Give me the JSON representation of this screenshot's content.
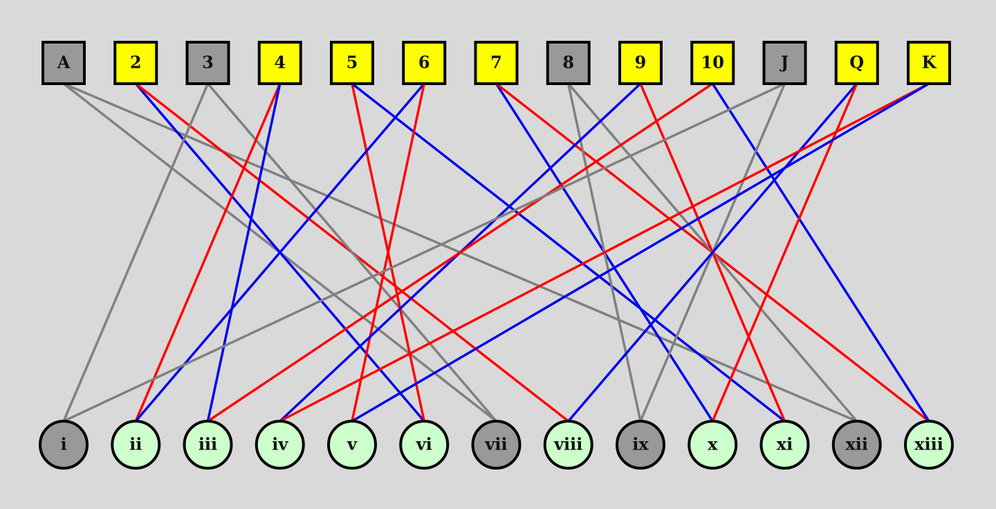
{
  "colors": {
    "background": "#d9d9d9",
    "top_yellow": "#ffff00",
    "top_gray": "#999999",
    "bottom_green": "#ccffcc",
    "bottom_gray": "#999999",
    "edge_gray": "#808080",
    "edge_red": "#ff0000",
    "edge_blue": "#0000ee",
    "outline": "#000000"
  },
  "top_nodes": [
    {
      "id": "A",
      "label": "A",
      "fill": "gray"
    },
    {
      "id": "2",
      "label": "2",
      "fill": "yellow"
    },
    {
      "id": "3",
      "label": "3",
      "fill": "gray"
    },
    {
      "id": "4",
      "label": "4",
      "fill": "yellow"
    },
    {
      "id": "5",
      "label": "5",
      "fill": "yellow"
    },
    {
      "id": "6",
      "label": "6",
      "fill": "yellow"
    },
    {
      "id": "7",
      "label": "7",
      "fill": "yellow"
    },
    {
      "id": "8",
      "label": "8",
      "fill": "gray"
    },
    {
      "id": "9",
      "label": "9",
      "fill": "yellow"
    },
    {
      "id": "10",
      "label": "10",
      "fill": "yellow"
    },
    {
      "id": "J",
      "label": "J",
      "fill": "gray"
    },
    {
      "id": "Q",
      "label": "Q",
      "fill": "yellow"
    },
    {
      "id": "K",
      "label": "K",
      "fill": "yellow"
    }
  ],
  "bottom_nodes": [
    {
      "id": "i",
      "label": "i",
      "fill": "gray"
    },
    {
      "id": "ii",
      "label": "ii",
      "fill": "green"
    },
    {
      "id": "iii",
      "label": "iii",
      "fill": "green"
    },
    {
      "id": "iv",
      "label": "iv",
      "fill": "green"
    },
    {
      "id": "v",
      "label": "v",
      "fill": "green"
    },
    {
      "id": "vi",
      "label": "vi",
      "fill": "green"
    },
    {
      "id": "vii",
      "label": "vii",
      "fill": "gray"
    },
    {
      "id": "viii",
      "label": "viii",
      "fill": "green"
    },
    {
      "id": "ix",
      "label": "ix",
      "fill": "gray"
    },
    {
      "id": "x",
      "label": "x",
      "fill": "green"
    },
    {
      "id": "xi",
      "label": "xi",
      "fill": "green"
    },
    {
      "id": "xii",
      "label": "xii",
      "fill": "gray"
    },
    {
      "id": "xiii",
      "label": "xiii",
      "fill": "green"
    }
  ],
  "edges": [
    {
      "from": "A",
      "to": "vii",
      "color": "gray"
    },
    {
      "from": "A",
      "to": "xii",
      "color": "gray"
    },
    {
      "from": "2",
      "to": "vi",
      "color": "blue"
    },
    {
      "from": "2",
      "to": "viii",
      "color": "red"
    },
    {
      "from": "3",
      "to": "i",
      "color": "gray"
    },
    {
      "from": "3",
      "to": "vii",
      "color": "gray"
    },
    {
      "from": "4",
      "to": "ii",
      "color": "red"
    },
    {
      "from": "4",
      "to": "iii",
      "color": "blue"
    },
    {
      "from": "5",
      "to": "vi",
      "color": "red"
    },
    {
      "from": "5",
      "to": "xi",
      "color": "blue"
    },
    {
      "from": "6",
      "to": "ii",
      "color": "blue"
    },
    {
      "from": "6",
      "to": "v",
      "color": "red"
    },
    {
      "from": "7",
      "to": "x",
      "color": "blue"
    },
    {
      "from": "7",
      "to": "xiii",
      "color": "red"
    },
    {
      "from": "8",
      "to": "ix",
      "color": "gray"
    },
    {
      "from": "8",
      "to": "xii",
      "color": "gray"
    },
    {
      "from": "9",
      "to": "iv",
      "color": "blue"
    },
    {
      "from": "9",
      "to": "xi",
      "color": "red"
    },
    {
      "from": "10",
      "to": "iii",
      "color": "red"
    },
    {
      "from": "10",
      "to": "xiii",
      "color": "blue"
    },
    {
      "from": "J",
      "to": "i",
      "color": "gray"
    },
    {
      "from": "J",
      "to": "ix",
      "color": "gray"
    },
    {
      "from": "Q",
      "to": "viii",
      "color": "blue"
    },
    {
      "from": "Q",
      "to": "x",
      "color": "red"
    },
    {
      "from": "K",
      "to": "iv",
      "color": "red"
    },
    {
      "from": "K",
      "to": "v",
      "color": "blue"
    }
  ]
}
